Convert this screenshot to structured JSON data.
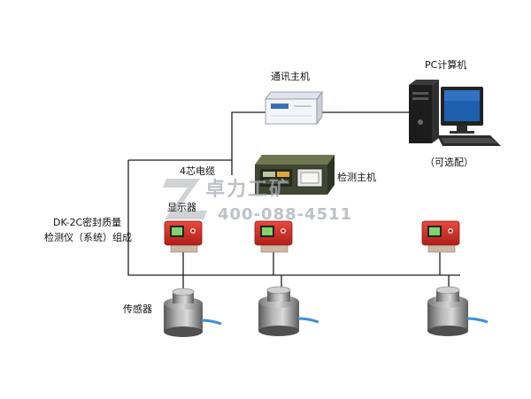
{
  "labels": {
    "comm_host": "通讯主机",
    "pc": "PC计算机",
    "optional": "（可选配）",
    "cable": "4芯电缆",
    "detect_host": "检测主机",
    "display": "显示器",
    "system_line1": "DK-2C密封质量",
    "system_line2": "检测仪（系统）组成",
    "sensor": "传感器"
  },
  "watermark": {
    "logo_letter": "Z",
    "brand": "卓力工矿",
    "phone": "400-088-4511"
  },
  "colors": {
    "line": "#1e1e1e",
    "display_red": "#d8322b",
    "screen_green": "#7fd36b",
    "sensor_metal": "#8c8c8c",
    "sensor_cable": "#3a8fd8",
    "monitor_screen": "#1f5fb0"
  }
}
